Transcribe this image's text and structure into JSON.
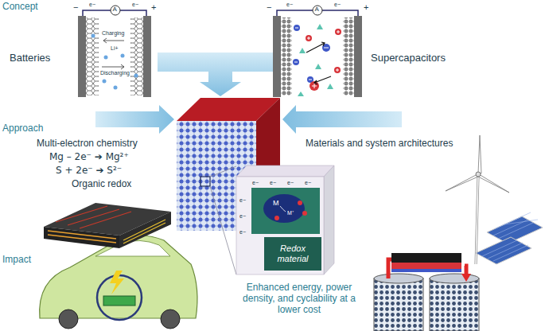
{
  "diagram": {
    "nodes": [
      {
        "text": [
          "Batteries"
        ]
      },
      {
        "text": [
          "Supercapacitors"
        ]
      },
      {
        "text": [
          "Redox material"
        ]
      }
    ],
    "labels": [
      "Concept",
      "−",
      "A",
      "+",
      "e−",
      "e−",
      "Charging",
      "Li+",
      "Discharging",
      "−",
      "A",
      "+",
      "e−",
      "e−",
      "Approach",
      "Multi-electron chemistry",
      "Mg – 2e⁻ ➔ Mg²⁺",
      "S + 2e⁻ ➔ S²⁻",
      "Organic redox",
      "Materials and system architectures",
      "M",
      "M⁺",
      "e−",
      "e−",
      "e−",
      "e−",
      "e−",
      "e−",
      "e−",
      "Impact",
      "Enhanced energy, power density, and cyclability at a lower cost"
    ]
  }
}
